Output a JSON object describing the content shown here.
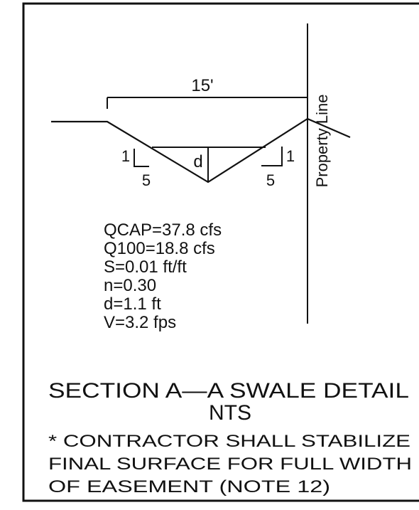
{
  "section_dimension": "15'",
  "depth_label": "d",
  "left_slope": {
    "rise": "1",
    "run": "5"
  },
  "right_slope": {
    "rise": "1",
    "run": "5"
  },
  "property_line_label": "Property Line",
  "design_parameters": [
    "QCAP=37.8 cfs",
    "Q100=18.8 cfs",
    "S=0.01 ft/ft",
    "n=0.30",
    "d=1.1 ft",
    "V=3.2 fps"
  ],
  "title": "SECTION A—A SWALE DETAIL",
  "scale_note": "NTS",
  "notes": [
    "* CONTRACTOR SHALL STABILIZE",
    "FINAL SURFACE FOR FULL WIDTH",
    "OF EASEMENT (NOTE 12)"
  ],
  "line_color": "#111111"
}
